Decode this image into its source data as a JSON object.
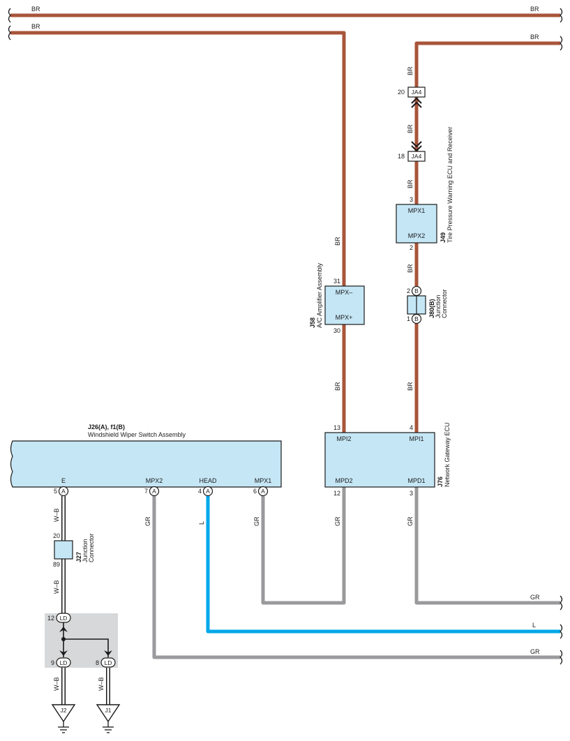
{
  "colors": {
    "BR": "#a8553a",
    "GR": "#9a9a9c",
    "L": "#00a8e8",
    "WB_outline": "#1a1a1a",
    "component_fill": "#c5e6f5",
    "splice_bg": "#d7d8d9"
  },
  "wire_labels": {
    "top_br_1_left": "BR",
    "top_br_1_right": "BR",
    "top_br_2_left": "BR",
    "top_br_3_right": "BR",
    "br_ja4_upper": "BR",
    "br_ja4_between": "BR",
    "br_ja4_lower": "BR",
    "br_j49_lower": "BR",
    "br_j80_lower": "BR",
    "br_j58_upper": "BR",
    "br_j58_lower": "BR",
    "gr_j76_mpd2": "GR",
    "gr_j76_mpd1": "GR",
    "gr_j26_mpx2": "GR",
    "gr_j26_mpx1": "GR",
    "l_j26_head": "L",
    "wb_j26_e": "W–B",
    "wb_j27_lower": "W–B",
    "wb_j2": "W–B",
    "wb_j1": "W–B",
    "out_gr_1": "GR",
    "out_l": "L",
    "out_gr_2": "GR"
  },
  "connectors": {
    "ja4": {
      "code": "JA4",
      "pin_upper": "20",
      "pin_lower": "18"
    }
  },
  "j49": {
    "code": "J49",
    "name": "Tire Pressure Warning ECU and Receiver",
    "term_top": "MPX1",
    "term_bottom": "MPX2",
    "pin_top": "3",
    "pin_bottom": "2"
  },
  "j80": {
    "code": "J80(B)",
    "name_line1": "Junction",
    "name_line2": "Connector",
    "letter_top": "B",
    "letter_bottom": "B",
    "pin_top": "2",
    "pin_bottom": "1"
  },
  "j58": {
    "code": "J58",
    "name": "A/C Amplifier Assembly",
    "term_top": "MPX–",
    "term_bottom": "MPX+",
    "pin_top": "31",
    "pin_bottom": "30"
  },
  "j76": {
    "code": "J76",
    "name": "Network Gateway ECU",
    "term_mpi2": "MPI2",
    "term_mpi1": "MPI1",
    "term_mpd2": "MPD2",
    "term_mpd1": "MPD1",
    "pin_mpi2": "13",
    "pin_mpi1": "4",
    "pin_mpd2": "12",
    "pin_mpd1": "3"
  },
  "j26": {
    "code": "J26(A), f1(B)",
    "name": "Windshield Wiper Switch Assembly",
    "term_e": "E",
    "term_mpx2": "MPX2",
    "term_head": "HEAD",
    "term_mpx1": "MPX1",
    "pin_e": "5",
    "pin_mpx2": "7",
    "pin_head": "4",
    "pin_mpx1": "6",
    "letter_e": "A",
    "letter_mpx2": "A",
    "letter_head": "A",
    "letter_mpx1": "A"
  },
  "j27": {
    "code": "J27",
    "name_line1": "Junction",
    "name_line2": "Connector",
    "pin_top": "20",
    "pin_bottom": "89"
  },
  "splice": {
    "ld_top": "LD",
    "ld_left": "LD",
    "ld_right": "LD",
    "pin_top": "12",
    "pin_left": "9",
    "pin_right": "8"
  },
  "grounds": {
    "left": "J2",
    "right": "J1"
  }
}
